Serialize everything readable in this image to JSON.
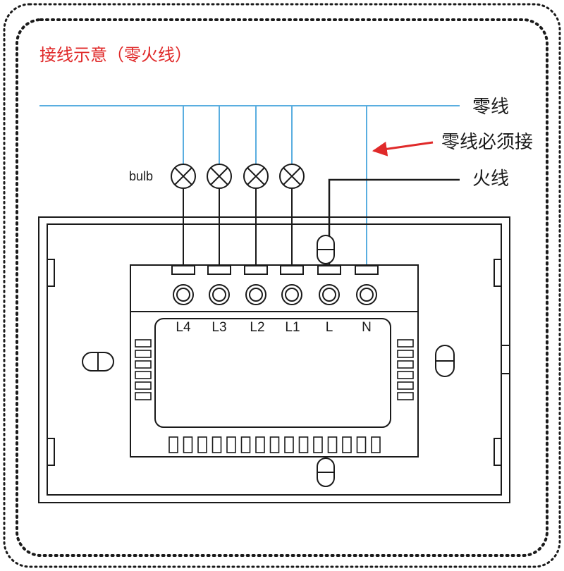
{
  "title": "接线示意（零火线）",
  "labels": {
    "neutral": "零线",
    "neutral_required": "零线必须接",
    "live": "火线",
    "bulb": "bulb"
  },
  "terminals": [
    "L4",
    "L3",
    "L2",
    "L1",
    "L",
    "N"
  ],
  "colors": {
    "title": "#e02a2a",
    "neutral_wire": "#5aaee0",
    "live_wire": "#1a1a1a",
    "arrow": "#e02a2a",
    "outline": "#1a1a1a"
  },
  "bulb_count": 4
}
